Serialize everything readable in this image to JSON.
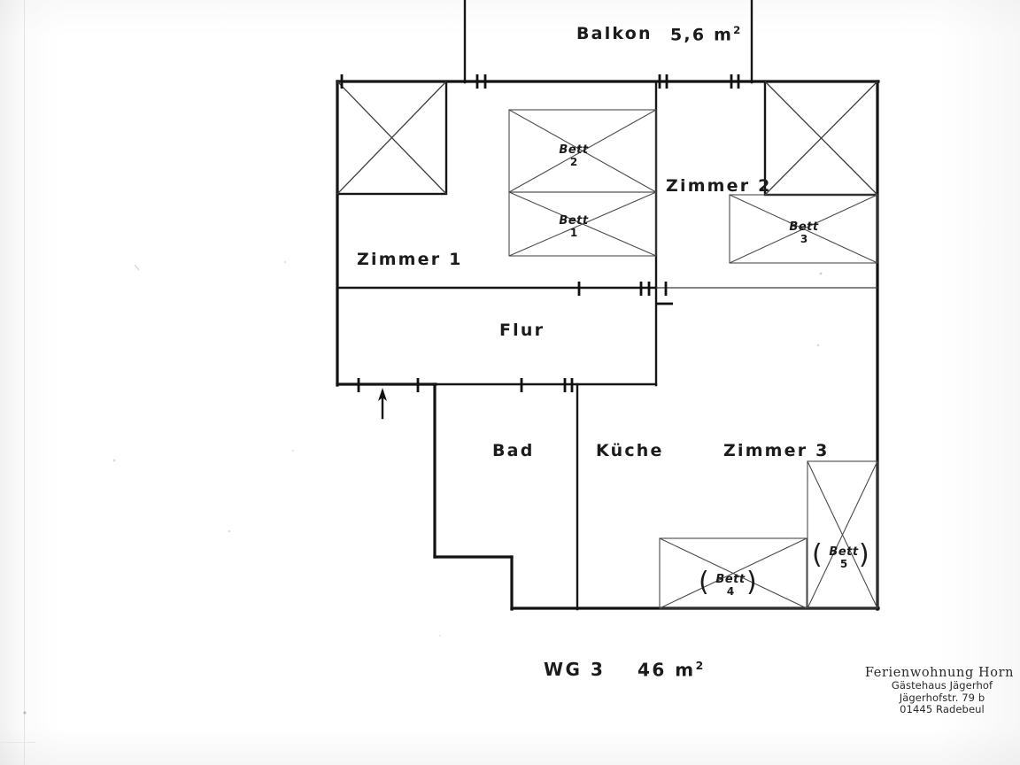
{
  "document": {
    "type": "floor-plan-scan",
    "caption": {
      "unit": "WG 3",
      "area": "46 m",
      "area_exponent": "2"
    }
  },
  "plan": {
    "balcony": {
      "label": "Balkon",
      "area": "5,6 m",
      "area_exponent": "2"
    },
    "rooms": [
      {
        "id": "zimmer-1",
        "label": "Zimmer 1"
      },
      {
        "id": "zimmer-2",
        "label": "Zimmer 2"
      },
      {
        "id": "zimmer-3",
        "label": "Zimmer 3"
      },
      {
        "id": "flur",
        "label": "Flur"
      },
      {
        "id": "bad",
        "label": "Bad"
      },
      {
        "id": "kueche",
        "label": "Küche"
      }
    ],
    "beds": [
      {
        "id": "bett-1",
        "label": "Bett",
        "number": "1",
        "optional": false
      },
      {
        "id": "bett-2",
        "label": "Bett",
        "number": "2",
        "optional": false
      },
      {
        "id": "bett-3",
        "label": "Bett",
        "number": "3",
        "optional": false
      },
      {
        "id": "bett-4",
        "label": "Bett",
        "number": "4",
        "optional": true
      },
      {
        "id": "bett-5",
        "label": "Bett",
        "number": "5",
        "optional": true
      }
    ],
    "bed_optional_open": "(",
    "bed_optional_close": ")"
  },
  "stamp": {
    "business": "Ferienwohnung Horn",
    "line1": "Gästehaus Jägerhof",
    "line2": "Jägerhofstr. 79 b",
    "line3": "01445 Radebeul"
  },
  "colors": {
    "ink": "#1b1b1b",
    "wall": "#121212",
    "thin_line": "#3a3a3a",
    "paper": "#fdfdfd"
  }
}
